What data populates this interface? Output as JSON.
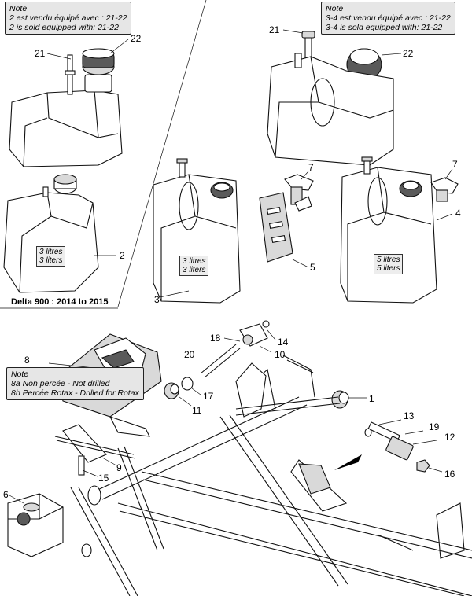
{
  "notes": {
    "delta_note": {
      "header": "Note",
      "line_fr": "2 est vendu équipé avec : 21-22",
      "line_en": "2 is sold equipped with: 21-22"
    },
    "tank_note": {
      "header": "Note",
      "line_fr": "3-4 est vendu équipé avec : 21-22",
      "line_en": "3-4 is sold equipped with: 21-22"
    },
    "seat_note": {
      "header": "Note",
      "line_fr": "8a Non percée - Not drilled",
      "line_en": "8b Percée Rotax - Drilled for Rotax"
    }
  },
  "capacity_labels": {
    "delta_tank": {
      "line1": "3 litres",
      "line2": "3 liters"
    },
    "tank_3l": {
      "line1": "3 litres",
      "line2": "3 liters"
    },
    "tank_5l": {
      "line1": "5 litres",
      "line2": "5 liters"
    }
  },
  "footer": {
    "delta_label": "Delta 900 : 2014 to 2015"
  },
  "callouts": {
    "c21_left": "21",
    "c22_left": "22",
    "c2": "2",
    "c21_right": "21",
    "c22_right": "22",
    "c7_mid": "7",
    "c7_right": "7",
    "c4": "4",
    "c5": "5",
    "c3": "3",
    "c8": "8",
    "c18": "18",
    "c14": "14",
    "c20": "20",
    "c10": "10",
    "c17": "17",
    "c11": "11",
    "c1": "1",
    "c13": "13",
    "c19": "19",
    "c12": "12",
    "c16": "16",
    "c9": "9",
    "c15": "15",
    "c6": "6"
  }
}
